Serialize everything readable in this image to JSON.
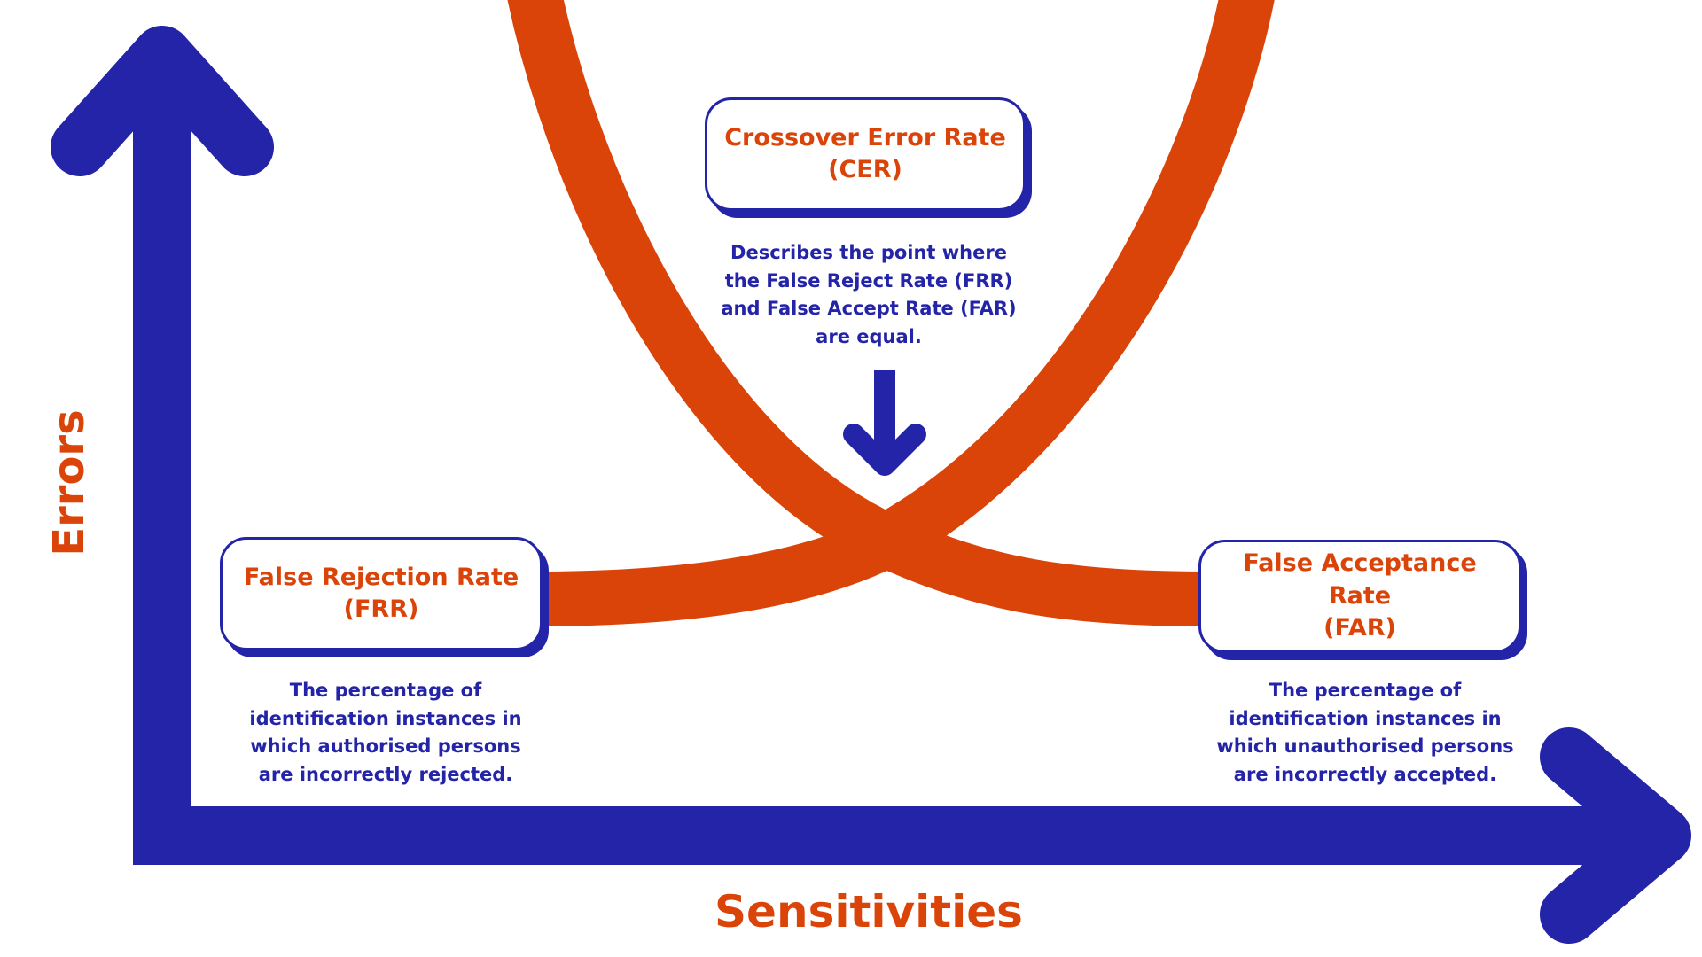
{
  "axes": {
    "x_label": "Sensitivities",
    "y_label": "Errors"
  },
  "cer": {
    "title_line1": "Crossover Error Rate",
    "title_line2": "(CER)",
    "description": "Describes the point where the False Reject Rate (FRR) and False Accept Rate (FAR) are equal."
  },
  "frr": {
    "title_line1": "False Rejection Rate",
    "title_line2": "(FRR)",
    "description": "The percentage of identification instances in which authorised persons are incorrectly rejected."
  },
  "far": {
    "title_line1": "False Acceptance Rate",
    "title_line2": "(FAR)",
    "description": "The percentage of identification instances in which unauthorised persons are incorrectly accepted."
  },
  "colors": {
    "axis": "#2424a8",
    "curve": "#db4409",
    "label_text": "#db4409",
    "description_text": "#2424a8"
  }
}
